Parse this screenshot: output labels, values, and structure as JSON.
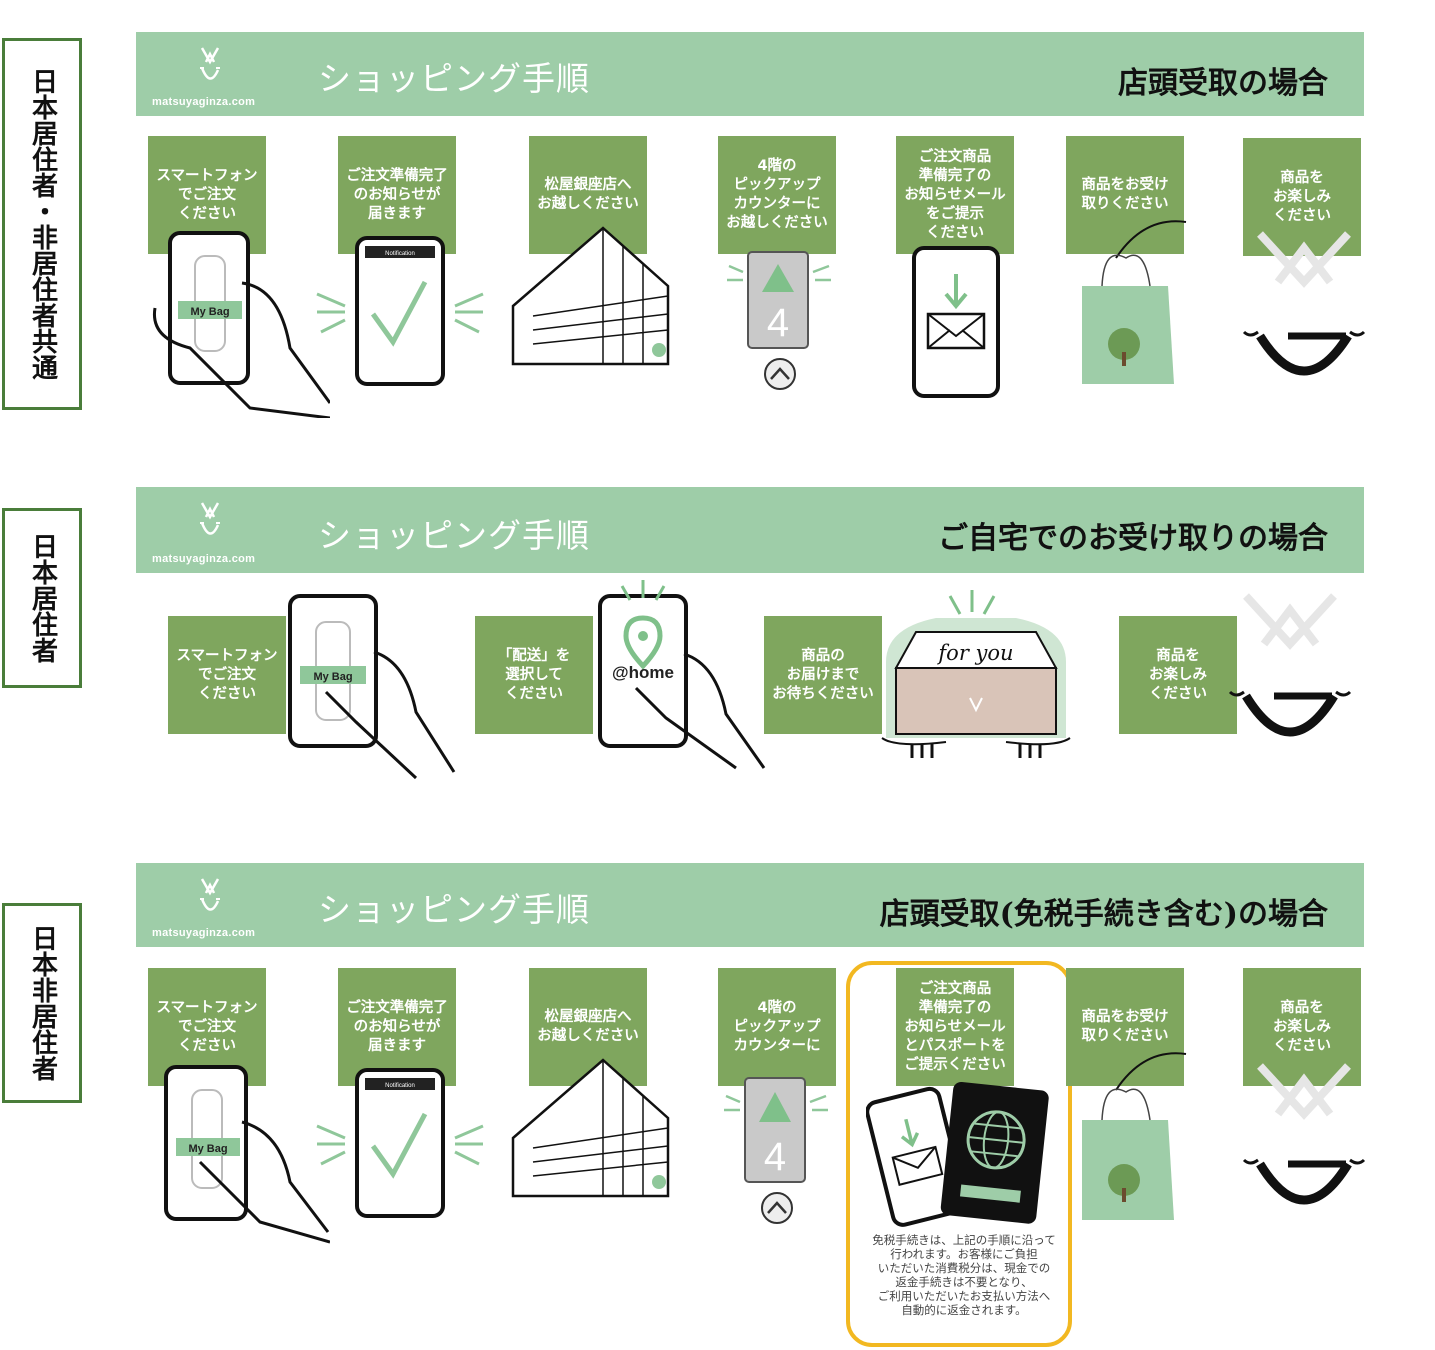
{
  "side_labels": {
    "common": "日本居住者・非居住者共通",
    "resident": "日本居住者",
    "nonresident": "日本非居住者"
  },
  "brand": {
    "url": "matsuyaginza.com",
    "logo": "MG-monogram"
  },
  "sections": [
    {
      "title": "ショッピング手順",
      "case": "店頭受取の場合",
      "steps": [
        "スマートフォン\nでご注文\nください",
        "ご注文準備完了\nのお知らせが\n届きます",
        "松屋銀座店へ\nお越しください",
        "4階の\nピックアップ\nカウンターに\nお越しください",
        "ご注文商品\n準備完了の\nお知らせメール\nをご提示\nください",
        "商品をお受け\n取りください",
        "商品を\nお楽しみ\nください"
      ]
    },
    {
      "title": "ショッピング手順",
      "case": "ご自宅でのお受け取りの場合",
      "steps": [
        "スマートフォン\nでご注文\nください",
        "「配送」を\n選択して\nください",
        "商品の\nお届けまで\nお待ちください",
        "商品を\nお楽しみ\nください"
      ]
    },
    {
      "title": "ショッピング手順",
      "case": "店頭受取(免税手続き含む)の場合",
      "steps": [
        "スマートフォン\nでご注文\nください",
        "ご注文準備完了\nのお知らせが\n届きます",
        "松屋銀座店へ\nお越しください",
        "4階の\nピックアップ\nカウンターに",
        "ご注文商品\n準備完了の\nお知らせメール\nとパスポートを\nご提示ください",
        "商品をお受け\n取りください",
        "商品を\nお楽しみ\nください"
      ]
    }
  ],
  "art_text": {
    "my_bag": "My Bag",
    "notification": "Notification",
    "floor": "4",
    "home": "@home",
    "for_you": "for you"
  },
  "tax_free_note": "免税手続きは、上記の手順に沿って\n行われます。お客様にご負担\nいただいた消費税分は、現金での\n返金手続きは不要となり、\nご利用いただいたお支払い方法へ\n自動的に返金されます。",
  "colors": {
    "band": "#9ecda8",
    "step_box": "#7fa65e",
    "side_border": "#4a7d3a",
    "highlight": "#f2b821"
  }
}
